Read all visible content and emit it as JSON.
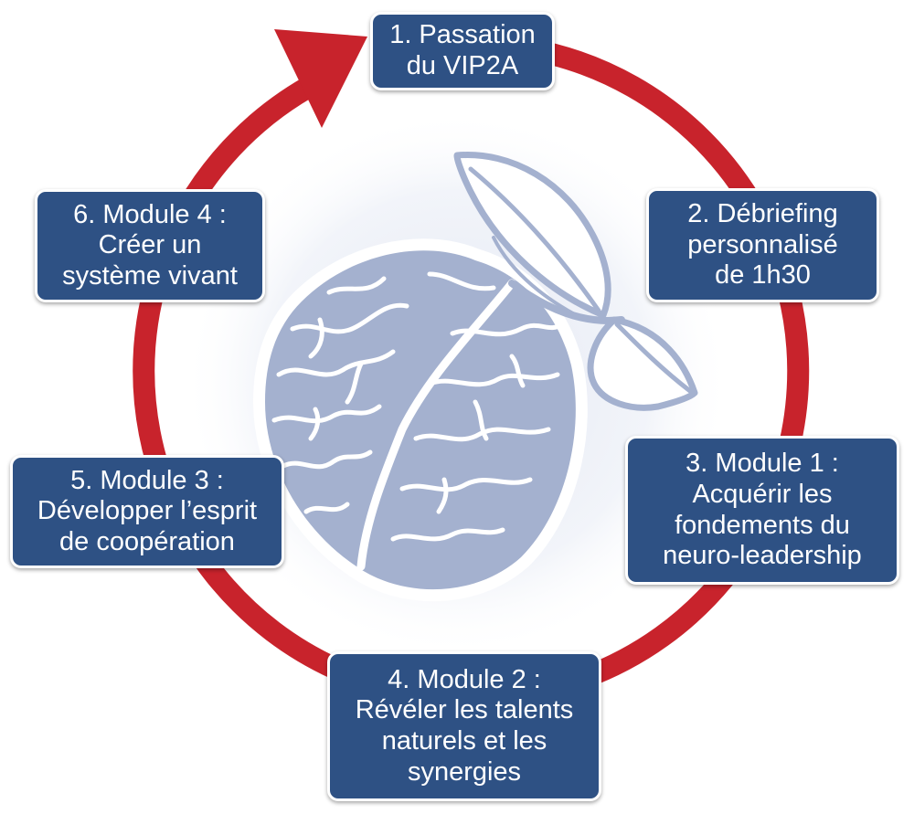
{
  "diagram": {
    "ring_color": "#c8232c",
    "box_color": "#2e5184",
    "illustration_color": "#a4b1cf",
    "center_icon": "brain-sprout-icon",
    "steps": [
      {
        "lines": [
          "1. Passation",
          "du VIP2A"
        ]
      },
      {
        "lines": [
          "2. Débriefing",
          "personnalisé",
          "de 1h30"
        ]
      },
      {
        "lines": [
          "3. Module 1 :",
          "Acquérir les",
          "fondements du",
          "neuro-leadership"
        ]
      },
      {
        "lines": [
          "4. Module 2 :",
          "Révéler les talents",
          "naturels et les",
          "synergies"
        ]
      },
      {
        "lines": [
          "5. Module 3 :",
          "Développer l’esprit",
          "de coopération"
        ]
      },
      {
        "lines": [
          "6. Module 4 :",
          "Créer un",
          "système vivant"
        ]
      }
    ]
  }
}
